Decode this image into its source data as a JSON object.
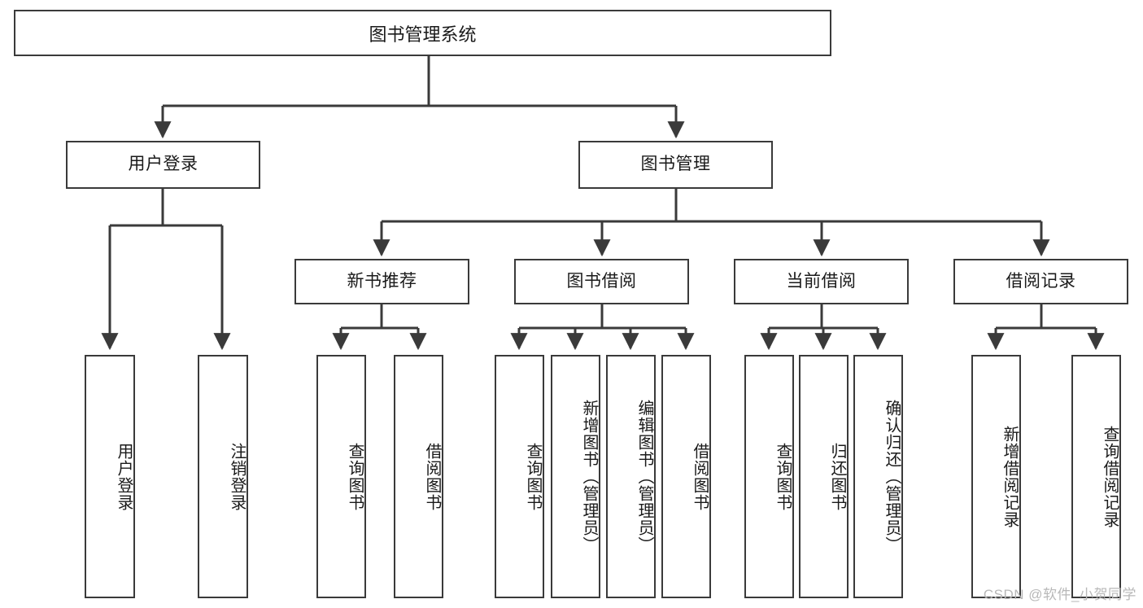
{
  "diagram": {
    "title": "图书管理系统",
    "type": "tree",
    "root": {
      "label": "图书管理系统"
    },
    "level2": [
      {
        "label": "用户登录"
      },
      {
        "label": "图书管理"
      }
    ],
    "level3": [
      {
        "label": "新书推荐"
      },
      {
        "label": "图书借阅"
      },
      {
        "label": "当前借阅"
      },
      {
        "label": "借阅记录"
      }
    ],
    "leaves": {
      "user_login": [
        {
          "label": "用户登录"
        },
        {
          "label": "注销登录"
        }
      ],
      "new_book_recommend": [
        {
          "label": "查询图书"
        },
        {
          "label": "借阅图书"
        }
      ],
      "book_borrow": [
        {
          "label": "查询图书"
        },
        {
          "label": "新增图书（管理员）"
        },
        {
          "label": "编辑图书（管理员）"
        },
        {
          "label": "借阅图书"
        }
      ],
      "current_borrow": [
        {
          "label": "查询图书"
        },
        {
          "label": "归还图书"
        },
        {
          "label": "确认归还（管理员）"
        }
      ],
      "borrow_record": [
        {
          "label": "新增借阅记录"
        },
        {
          "label": "查询借阅记录"
        }
      ]
    }
  },
  "watermark": {
    "text": "CSDN @软件_小贺同学"
  },
  "colors": {
    "stroke": "#3a3a3a",
    "fill": "#ffffff",
    "text": "#1a1a1a",
    "watermark": "#b8b8b8"
  }
}
